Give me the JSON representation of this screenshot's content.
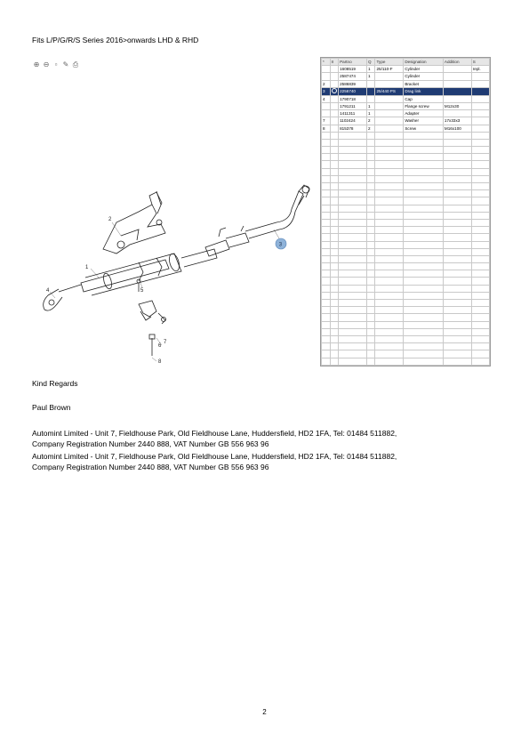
{
  "heading": "Fits L/P/G/R/S Series 2016>onwards LHD & RHD",
  "toolbar": {
    "icons": [
      "zoom-in-icon",
      "zoom-out-icon",
      "fit-icon",
      "edit-icon",
      "print-icon"
    ]
  },
  "diagram": {
    "callouts": [
      "1",
      "2",
      "3",
      "4",
      "5",
      "6",
      "7",
      "8"
    ],
    "highlighted_callout": "3"
  },
  "table": {
    "headers": [
      "*",
      "II",
      "Partno",
      "Q",
      "Type",
      "Designation",
      "Addition",
      "S"
    ],
    "rows": [
      [
        "",
        "",
        "1608519",
        "1",
        "25/110-F",
        "Cylinder",
        "",
        "repl."
      ],
      [
        "",
        "",
        "2587474",
        "1",
        "",
        "Cylinder",
        "",
        ""
      ],
      [
        "2",
        "",
        "2586839",
        "",
        "",
        "Bracket",
        "",
        ""
      ],
      [
        "3",
        "",
        "2256740",
        "",
        "25/440 PS",
        "Drag link",
        "",
        ""
      ],
      [
        "4",
        "",
        "1790718",
        "",
        "",
        "Cap",
        "",
        ""
      ],
      [
        "",
        "",
        "1791211",
        "1",
        "",
        "Flange screw",
        "M12x30",
        ""
      ],
      [
        "",
        "",
        "1411311",
        "1",
        "",
        "Adapter",
        "",
        ""
      ],
      [
        "7",
        "",
        "1102424",
        "2",
        "",
        "Washer",
        "17x33x3",
        ""
      ],
      [
        "8",
        "",
        "815378",
        "2",
        "",
        "Screw",
        "M16x100",
        ""
      ]
    ],
    "selected_row": 3
  },
  "body": {
    "regards": "Kind Regards",
    "name": "Paul Brown",
    "signature_line1": "Automint Limited - Unit 7, Fieldhouse Park, Old Fieldhouse Lane, Huddersfield, HD2 1FA, Tel: 01484 511882,",
    "signature_line2": "Company Registration Number 2440 888, VAT Number GB 556 963 96"
  },
  "page_number": "2"
}
